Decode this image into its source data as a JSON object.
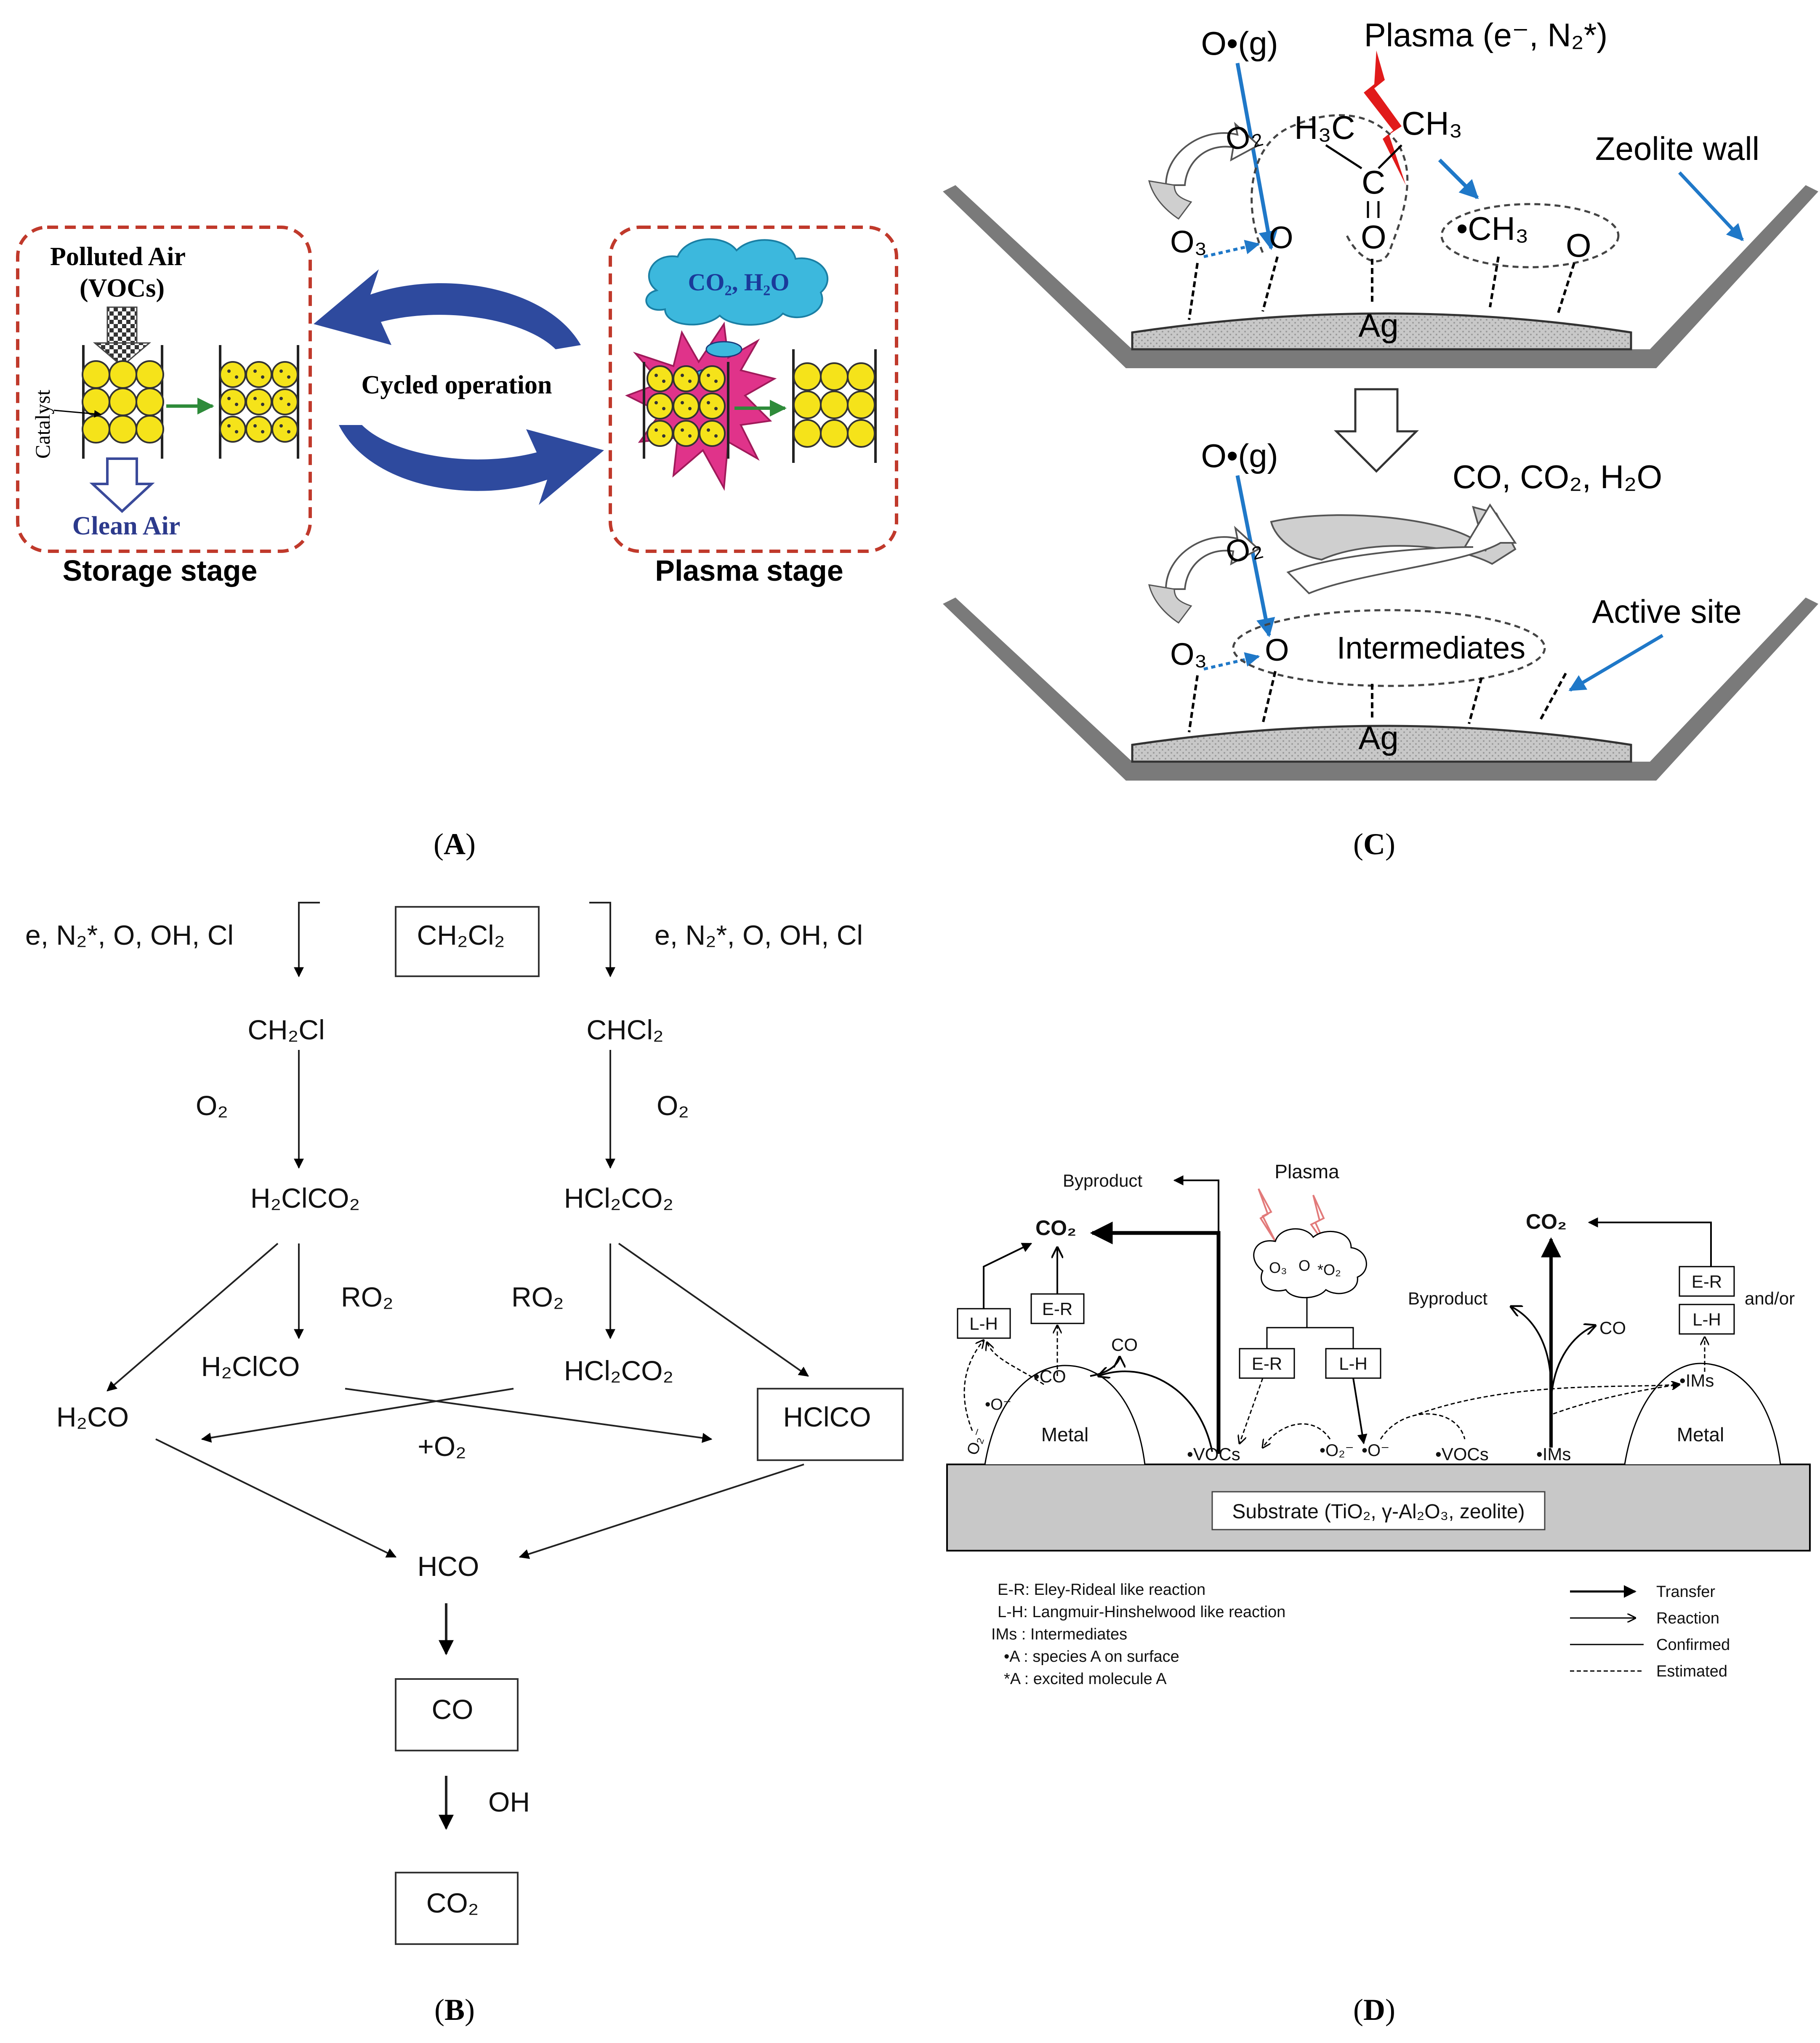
{
  "panel_labels": {
    "a": "A",
    "b": "B",
    "c": "C",
    "d": "D"
  },
  "panel_a": {
    "polluted_air": "Polluted Air",
    "vocs": "(VOCs)",
    "catalyst": "Catalyst",
    "clean_air": "Clean Air",
    "storage_stage": "Storage stage",
    "cycled_operation": "Cycled operation",
    "cloud_label": "CO₂, H₂O",
    "plasma_stage": "Plasma stage"
  },
  "panel_c": {
    "o_radical_top": "O•(g)",
    "plasma": "Plasma (e⁻, N₂*)",
    "o2_top": "O₂",
    "o3_top": "O₃",
    "o_top": "O",
    "h3c": "H₃C",
    "ch3": "CH₃",
    "c_atom": "C",
    "o_carbonyl": "O",
    "ch3_radical": "•CH₃",
    "o_right": "O",
    "zeolite_wall": "Zeolite wall",
    "ag_top": "Ag",
    "o_radical_bottom": "O•(g)",
    "products": "CO, CO₂, H₂O",
    "o2_bottom": "O₂",
    "o3_bottom": "O₃",
    "o_bottom": "O",
    "intermediates": "Intermediates",
    "active_site": "Active site",
    "ag_bottom": "Ag"
  },
  "panel_b": {
    "reagents_left": "e, N₂*, O, OH, Cl",
    "reagents_right": "e, N₂*, O, OH, Cl",
    "ch2cl2": "CH₂Cl₂",
    "ch2cl": "CH₂Cl",
    "chcl2": "CHCl₂",
    "o2_left": "O₂",
    "o2_right": "O₂",
    "h2clco2_top": "H₂ClCO₂",
    "hcl2co2_top": "HCl₂CO₂",
    "ro2_left": "RO₂",
    "ro2_right": "RO₂",
    "h2clco": "H₂ClCO",
    "hcl2co2_mid": "HCl₂CO₂",
    "h2co": "H₂CO",
    "hclco": "HClCO",
    "plus_o2": "+O₂",
    "hco": "HCO",
    "co": "CO",
    "oh": "OH",
    "co2": "CO₂"
  },
  "panel_d": {
    "byproduct_left": "Byproduct",
    "co2_left": "CO₂",
    "lh_left": "L-H",
    "er_left": "E-R",
    "co_left": "CO",
    "co_surface": "•CO",
    "o_minus_left": "•O⁻",
    "o2_minus_left": "O₂⁻",
    "metal_left": "Metal",
    "vocs_left": "•VOCs",
    "plasma": "Plasma",
    "o3_cloud": "O₃",
    "o_cloud": "O",
    "o2_excited": "*O₂",
    "er_center": "E-R",
    "lh_center": "L-H",
    "o2_minus_center": "•O₂⁻",
    "o_minus_center": "•O⁻",
    "vocs_right": "•VOCs",
    "ims_surface": "•IMs",
    "byproduct_right": "Byproduct",
    "co2_right": "CO₂",
    "co_right": "CO",
    "er_right": "E-R",
    "and_or": "and/or",
    "lh_right": "L-H",
    "ims_upper": "•IMs",
    "metal_right": "Metal",
    "substrate": "Substrate (TiO₂, γ-Al₂O₃, zeolite)",
    "legend_left": [
      "E-R: Eley-Rideal like reaction",
      "L-H: Langmuir-Hinshelwood like reaction",
      "IMs : Intermediates",
      "•A : species A on surface",
      "*A : excited molecule A"
    ],
    "legend_right": [
      "Transfer",
      "Reaction",
      "Confirmed",
      "Estimated"
    ]
  },
  "colors": {
    "dashed_frame": "#c0392b",
    "cycle_arrow": "#2e4a9e",
    "catalyst_bead": "#f5e31a",
    "green_arrow": "#2e8b3a",
    "plasma_burst": "#e0338a",
    "cloud": "#3cb8dd",
    "clean_air": "#2c3a8c",
    "blue_arrow": "#1f78c8",
    "plasma_bolt": "#e11a1a",
    "wall_grey": "#7a7a7a",
    "ag_grey": "#c8c8c8",
    "substrate_grey": "#c8c8c8"
  }
}
